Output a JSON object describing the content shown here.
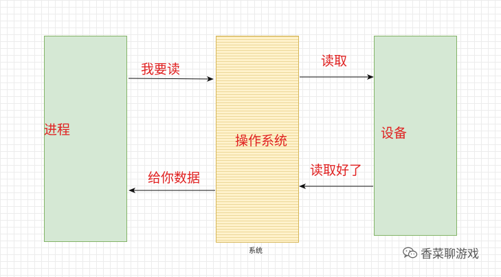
{
  "diagram": {
    "nodes": {
      "process": "进程",
      "os": "操作系统",
      "device": "设备"
    },
    "edges": {
      "want_read": "我要读",
      "read": "读取",
      "read_done": "读取好了",
      "give_data": "给你数据"
    },
    "os_caption": "系统"
  },
  "watermark": {
    "icon": "wechat-icon",
    "text": "香菜聊游戏"
  },
  "colors": {
    "label": "#e02020",
    "green_fill": "#d5e8d4",
    "green_border": "#82b366",
    "os_fill": "#fff2cc",
    "os_border": "#d6b656"
  }
}
